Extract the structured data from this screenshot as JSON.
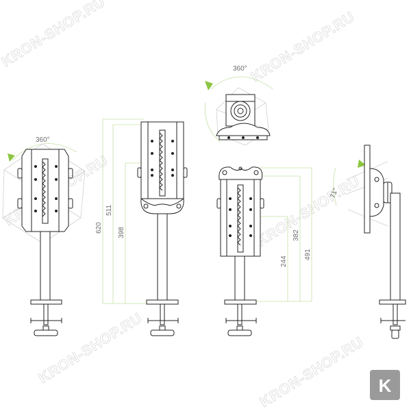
{
  "watermark": {
    "text": "KRON-SHOP.RU"
  },
  "logo": {
    "letter": "K",
    "color": "#9a9a9a"
  },
  "colors": {
    "accent": "#8cc641",
    "dimension_line": "#c5e0a5",
    "drawing": "#222222"
  },
  "rotation_labels": {
    "left": "360°",
    "top": "360°",
    "tilt": "71°"
  },
  "dimensions": {
    "d620": "620",
    "d511": "511",
    "d398": "398",
    "d244": "244",
    "d382": "382",
    "d491": "491"
  }
}
